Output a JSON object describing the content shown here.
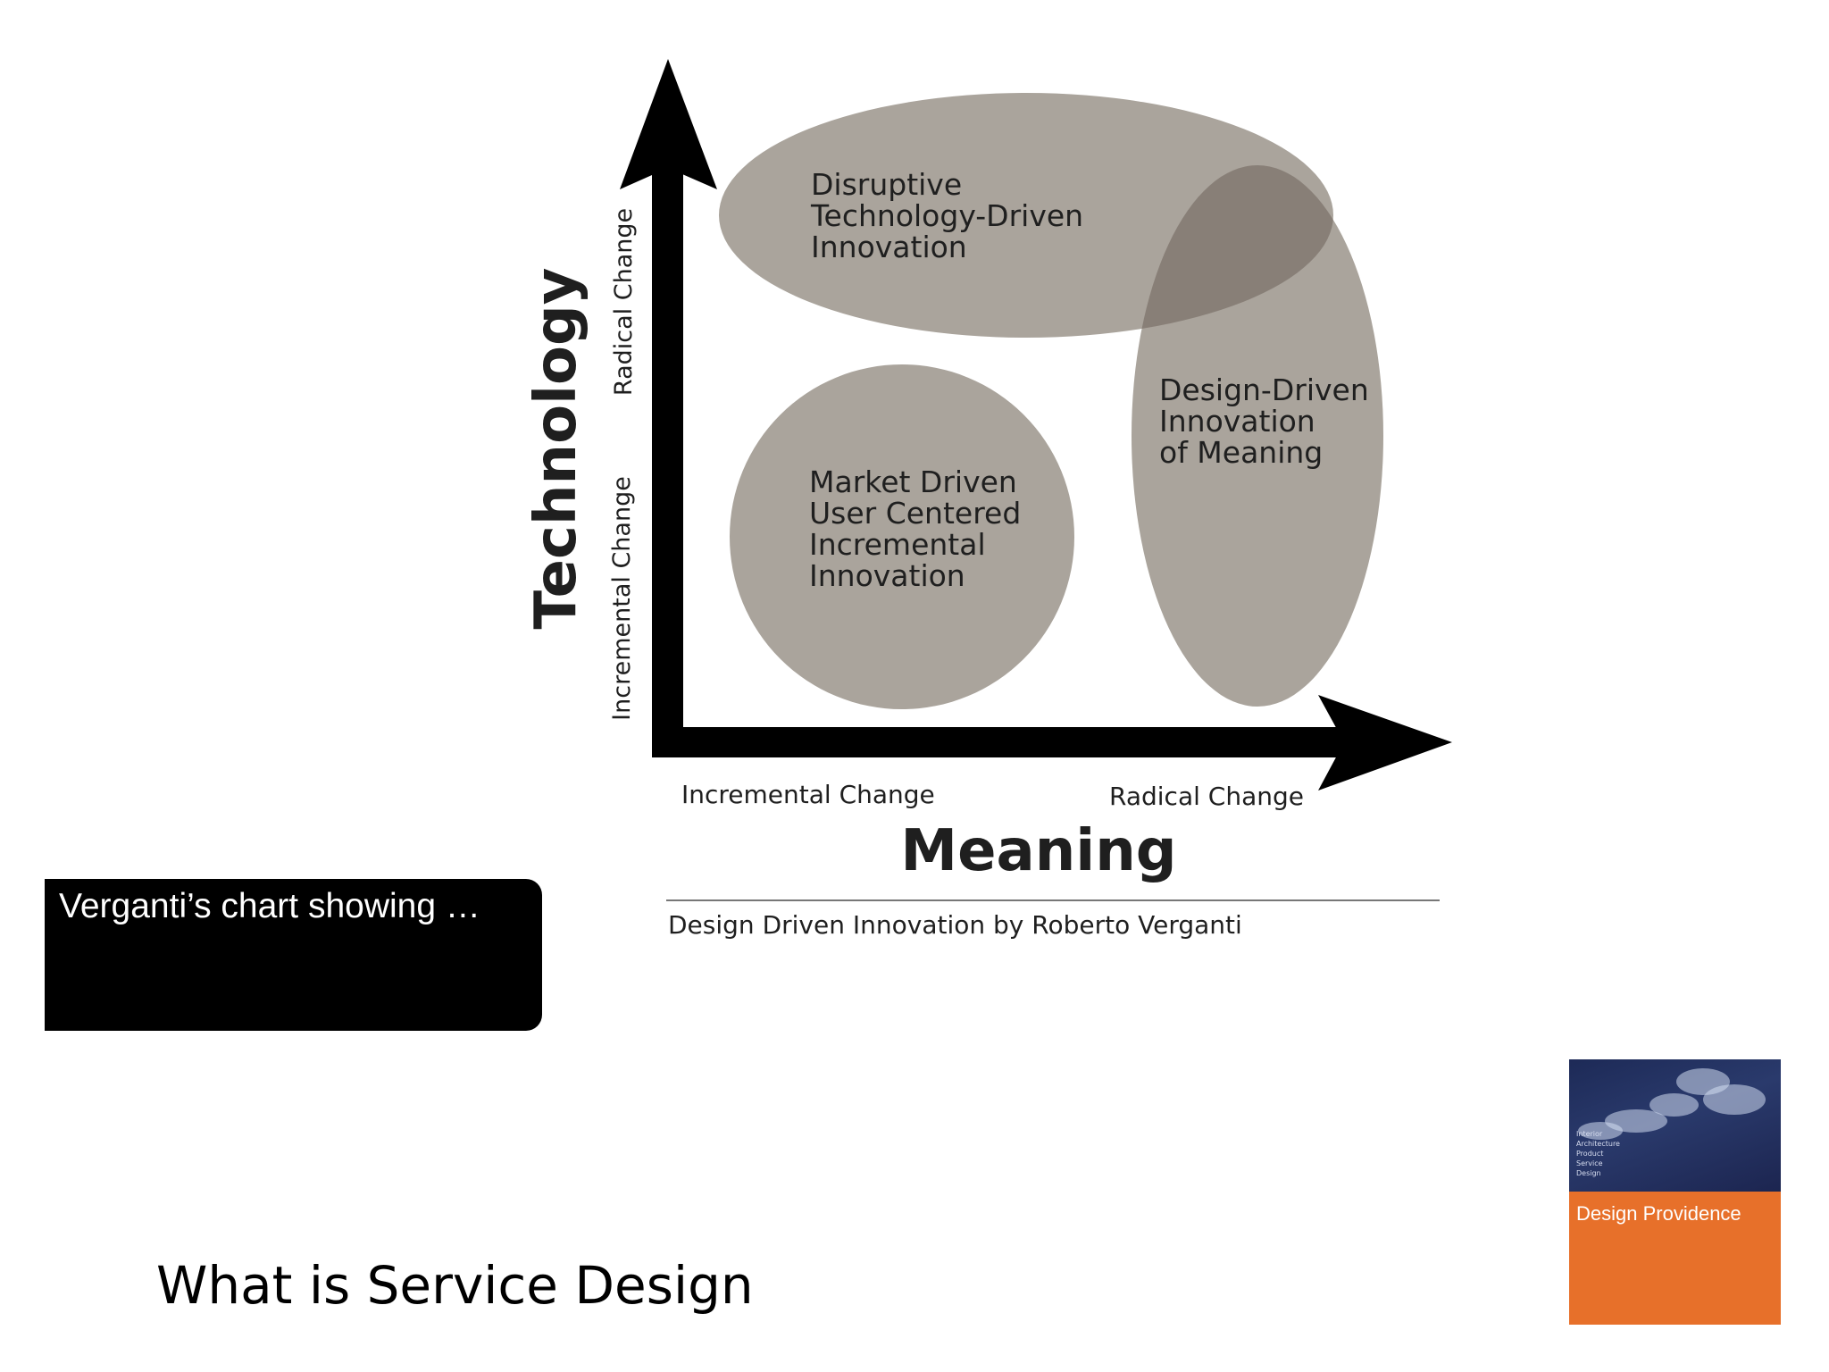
{
  "diagram": {
    "y_axis_title": "Technology",
    "y_axis_low": "Incremental Change",
    "y_axis_high": "Radical Change",
    "x_axis_title": "Meaning",
    "x_axis_low": "Incremental Change",
    "x_axis_high": "Radical Change",
    "source_credit": "Design Driven Innovation by Roberto Verganti",
    "regions": [
      {
        "lines": [
          "Disruptive",
          "Technology-Driven",
          "Innovation"
        ]
      },
      {
        "lines": [
          "Market Driven",
          "User Centered",
          "Incremental",
          "Innovation"
        ]
      },
      {
        "lines": [
          "Design-Driven",
          "Innovation",
          "of Meaning"
        ]
      }
    ]
  },
  "caption": "Verganti’s chart showing …",
  "slide_title": "What is Service Design",
  "logo": {
    "lines": [
      "Interior",
      "Architecture",
      "Product",
      "Service",
      "Design"
    ],
    "name": "Design Providence"
  },
  "colors": {
    "ellipse_fill": "#aaa49c",
    "overlap_fill": "#887f77",
    "arrow": "#000000",
    "axis_title": "#555555",
    "logo_top": "#1d2a57",
    "logo_bottom": "#e7702a"
  }
}
